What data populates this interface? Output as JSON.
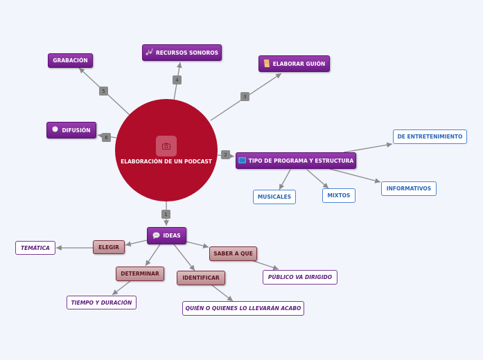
{
  "center": {
    "title": "ELABORACIÓN DE UN PODCAST",
    "icon": "camera-icon",
    "color": "#b00d2b"
  },
  "branches": [
    {
      "order": "1",
      "label": "IDEAS",
      "icon": "speech-bubble-icon"
    },
    {
      "order": "2",
      "label": "TIPO DE PROGRAMA Y ESTRUCTURA",
      "icon": "tv-icon"
    },
    {
      "order": "3",
      "label": "ELABORAR GUIÓN",
      "icon": "scroll-icon"
    },
    {
      "order": "4",
      "label": "RECURSOS SONOROS",
      "icon": "music-notes-icon"
    },
    {
      "order": "5",
      "label": "GRABACIÓN"
    },
    {
      "order": "6",
      "label": "DIFUSIÓN",
      "icon": "magnifier-icon"
    }
  ],
  "tipo_children": [
    "DE ENTRETENIMIENTO",
    "MUSICALES",
    "MIXTOS",
    "INFORMATIVOS"
  ],
  "ideas_children": [
    {
      "label": "ELEGIR",
      "child": "TEMÁTICA"
    },
    {
      "label": "DETERMINAR",
      "child": "TIEMPO Y DURACIÓN"
    },
    {
      "label": "IDENTIFICAR",
      "child": "QUIÉN O QUIENES LO LLEVARÁN ACABO"
    },
    {
      "label": "SABER A QUE",
      "child": "PÚBLICO VA DIRIGIDO"
    }
  ],
  "colors": {
    "main_node": "#7a2a96",
    "sub_node": "#c9a0a4",
    "leaf_blue": "#2a64b4",
    "leaf_purple": "#5b1a7a",
    "connector": "#8a8a8a"
  }
}
